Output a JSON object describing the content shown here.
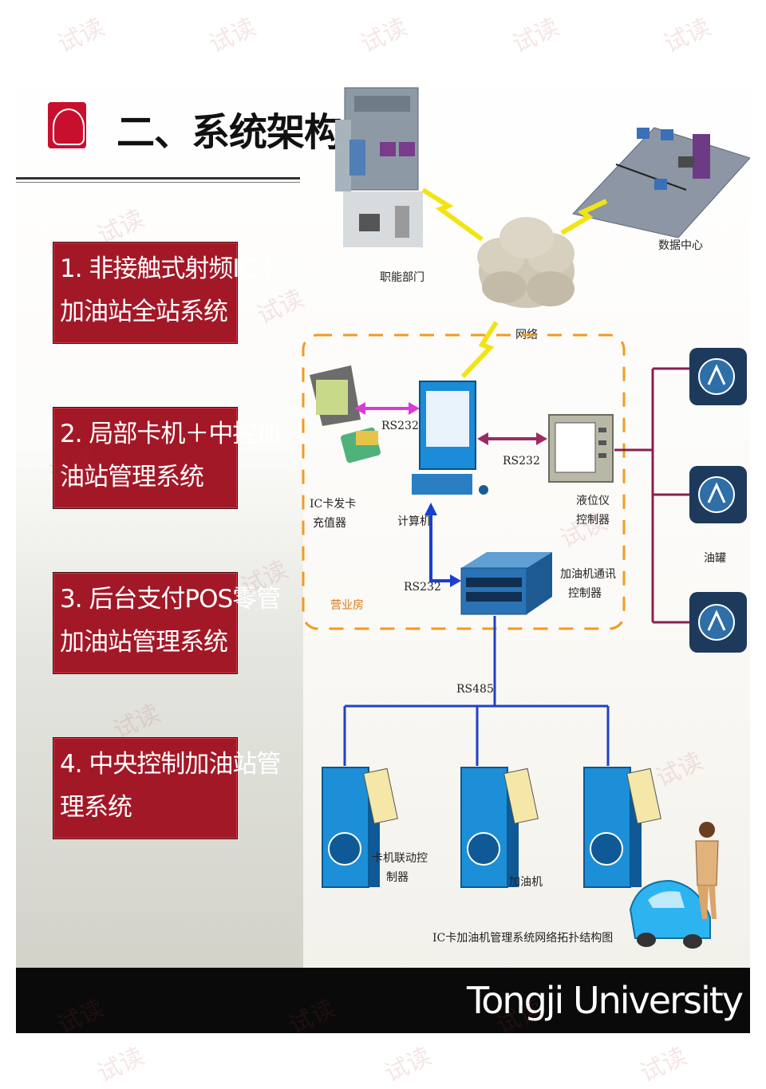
{
  "slide": {
    "title": "二、系统架构",
    "items": [
      {
        "line1": "1. 非接触式射频IC卡",
        "line2": "加油站全站系统"
      },
      {
        "line1": "2. 局部卡机＋中控加",
        "line2": "油站管理系统"
      },
      {
        "line1": "3. 后台支付POS零管",
        "line2": "加油站管理系统"
      },
      {
        "line1": "4. 中央控制加油站管",
        "line2": "理系统"
      }
    ],
    "footer": "Tongji University"
  },
  "diagram": {
    "labels": {
      "dept": "职能部门",
      "datacenter": "数据中心",
      "network": "网络",
      "rs232_a": "RS232",
      "rs232_b": "RS232",
      "rs232_c": "RS232",
      "rs485": "RS485",
      "ic_card_l1": "IC卡发卡",
      "ic_card_l2": "充值器",
      "computer": "计算机",
      "level_l1": "液位仪",
      "level_l2": "控制器",
      "comm_l1": "加油机通讯",
      "comm_l2": "控制器",
      "business_room": "营业房",
      "tank": "油罐",
      "card_ctrl_l1": "卡机联动控",
      "card_ctrl_l2": "制器",
      "dispenser": "加油机",
      "caption": "IC卡加油机管理系统网络拓扑结构图"
    },
    "colors": {
      "serial_arrow": "#d63cd6",
      "dark_arrow": "#9c2b63",
      "blue_link": "#1a3fd1",
      "bus_line": "#2140c8",
      "tank_line": "#8a1f4f",
      "dashed_frame": "#f39a1e",
      "lightning": "#f2e414"
    }
  },
  "watermark": "试读"
}
